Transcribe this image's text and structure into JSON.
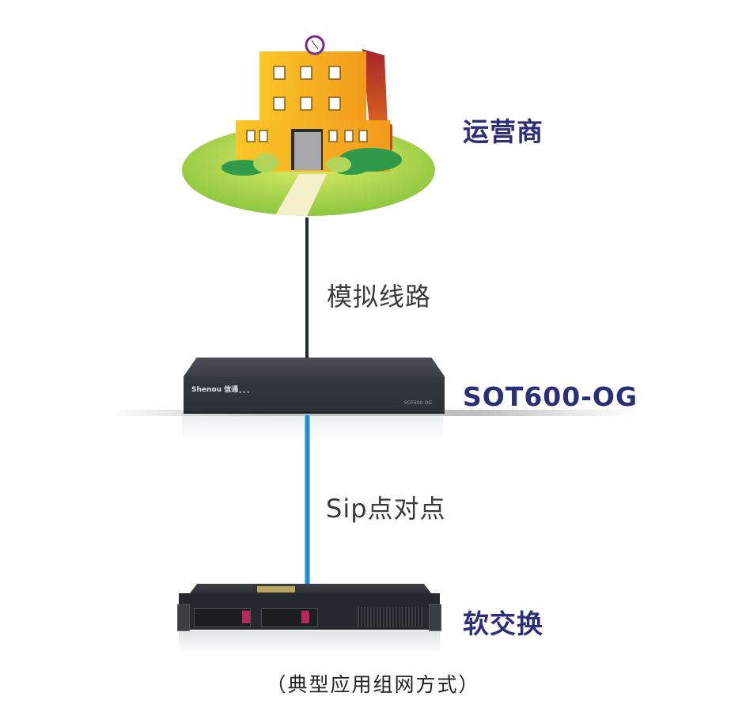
{
  "diagram": {
    "type": "network-topology",
    "nodes": [
      {
        "id": "carrier",
        "label": "运营商",
        "icon": "building-icon"
      },
      {
        "id": "gateway",
        "label": "SOT600-OG",
        "icon": "gateway-device-icon",
        "brand": "Shenou 信通",
        "front_model": "SOT600-OG"
      },
      {
        "id": "softswitch",
        "label": "软交换",
        "icon": "server-icon"
      }
    ],
    "edges": [
      {
        "from": "carrier",
        "to": "gateway",
        "label": "模拟线路",
        "color": "#1f2a2c"
      },
      {
        "from": "gateway",
        "to": "softswitch",
        "label": "Sip点对点",
        "color": "#1e8fd0"
      }
    ],
    "caption": "（典型应用组网方式）"
  },
  "colors": {
    "node_label": "#2b2f7a",
    "link_label": "#3a3a3a",
    "analog_line": "#1f2a2c",
    "sip_line": "#1e8fd0"
  }
}
